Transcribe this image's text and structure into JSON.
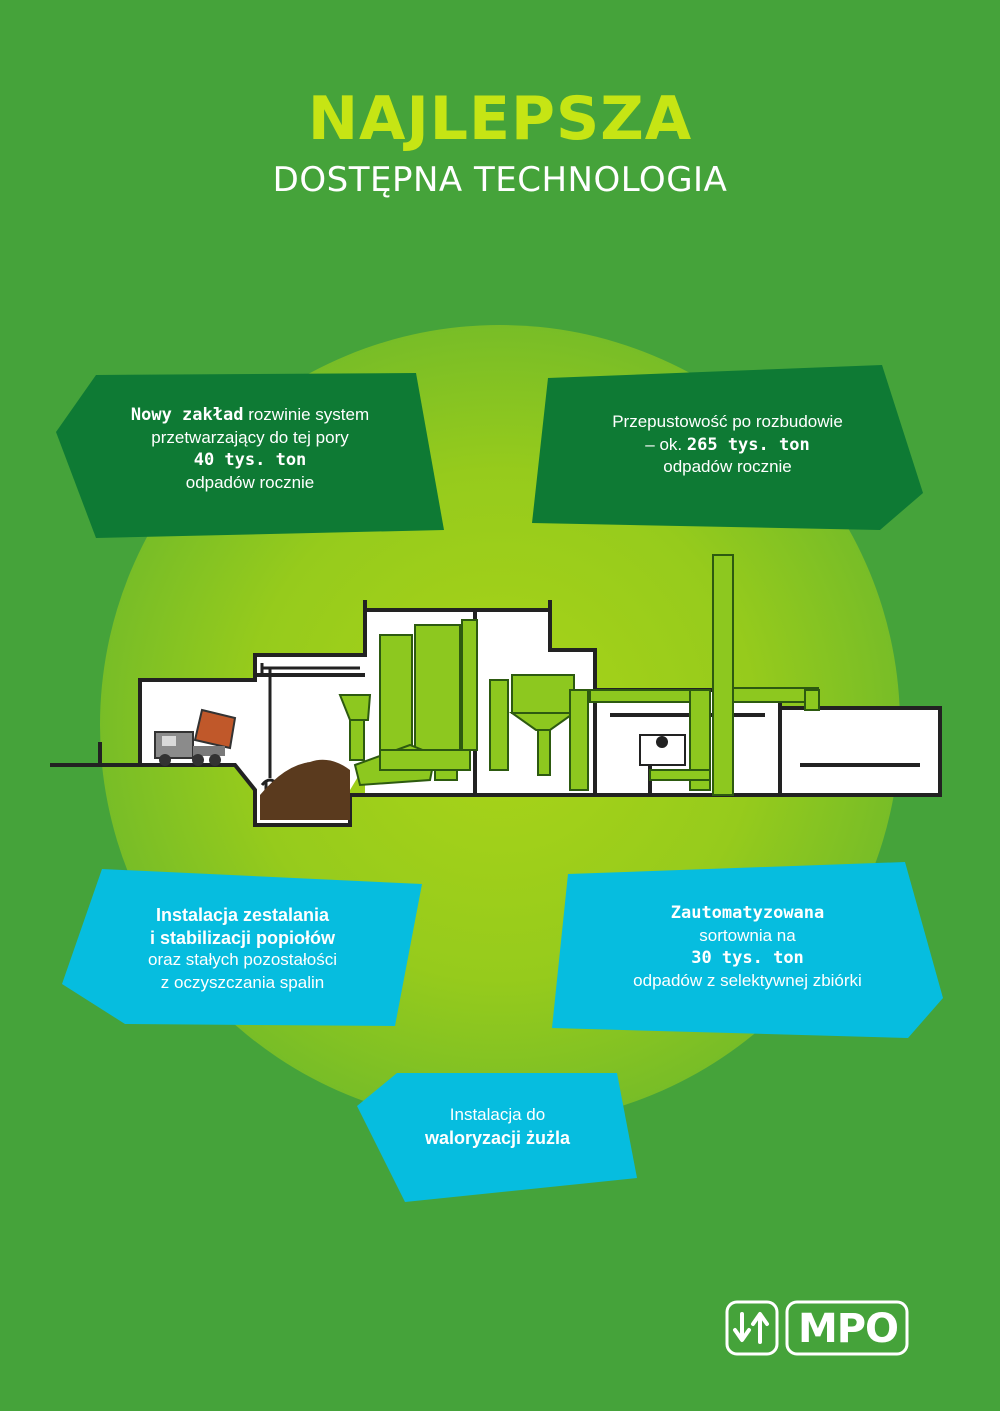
{
  "header": {
    "title": "NAJLEPSZA",
    "subtitle": "DOSTĘPNA TECHNOLOGIA"
  },
  "boxes": {
    "nowy_zaklad": {
      "bold": "Nowy zakład",
      "line1_rest": " rozwinie system",
      "line2": "przetwarzający do tej pory",
      "amount": "40 tys. ton",
      "line4": "odpadów rocznie"
    },
    "przepustowosc": {
      "line1": "Przepustowość po rozbudowie",
      "line2_pre": "– ok. ",
      "amount": "265 tys. ton",
      "line3": "odpadów rocznie"
    },
    "instalacja_zestalania": {
      "line1": "Instalacja zestalania",
      "line2": "i stabilizacji popiołów",
      "line3": "oraz stałych pozostałości",
      "line4": "z oczyszczania spalin"
    },
    "sortownia": {
      "bold": "Zautomatyzowana",
      "line2": "sortownia na",
      "amount": "30 tys. ton",
      "line4": "odpadów z selektywnej zbiórki"
    },
    "waloryzacja": {
      "line1": "Instalacja do",
      "bold": "waloryzacji żużla"
    }
  },
  "logo": {
    "text": "MPO",
    "icon": "recycle-arrows-icon"
  },
  "colors": {
    "background": "#45a33a",
    "title_accent": "#c6e514",
    "dark_green_box": "#0e7a34",
    "cyan_box": "#06bddf",
    "machinery": "#8dc81f",
    "waste": "#5a3a1e",
    "truck_bed": "#c0582a"
  }
}
